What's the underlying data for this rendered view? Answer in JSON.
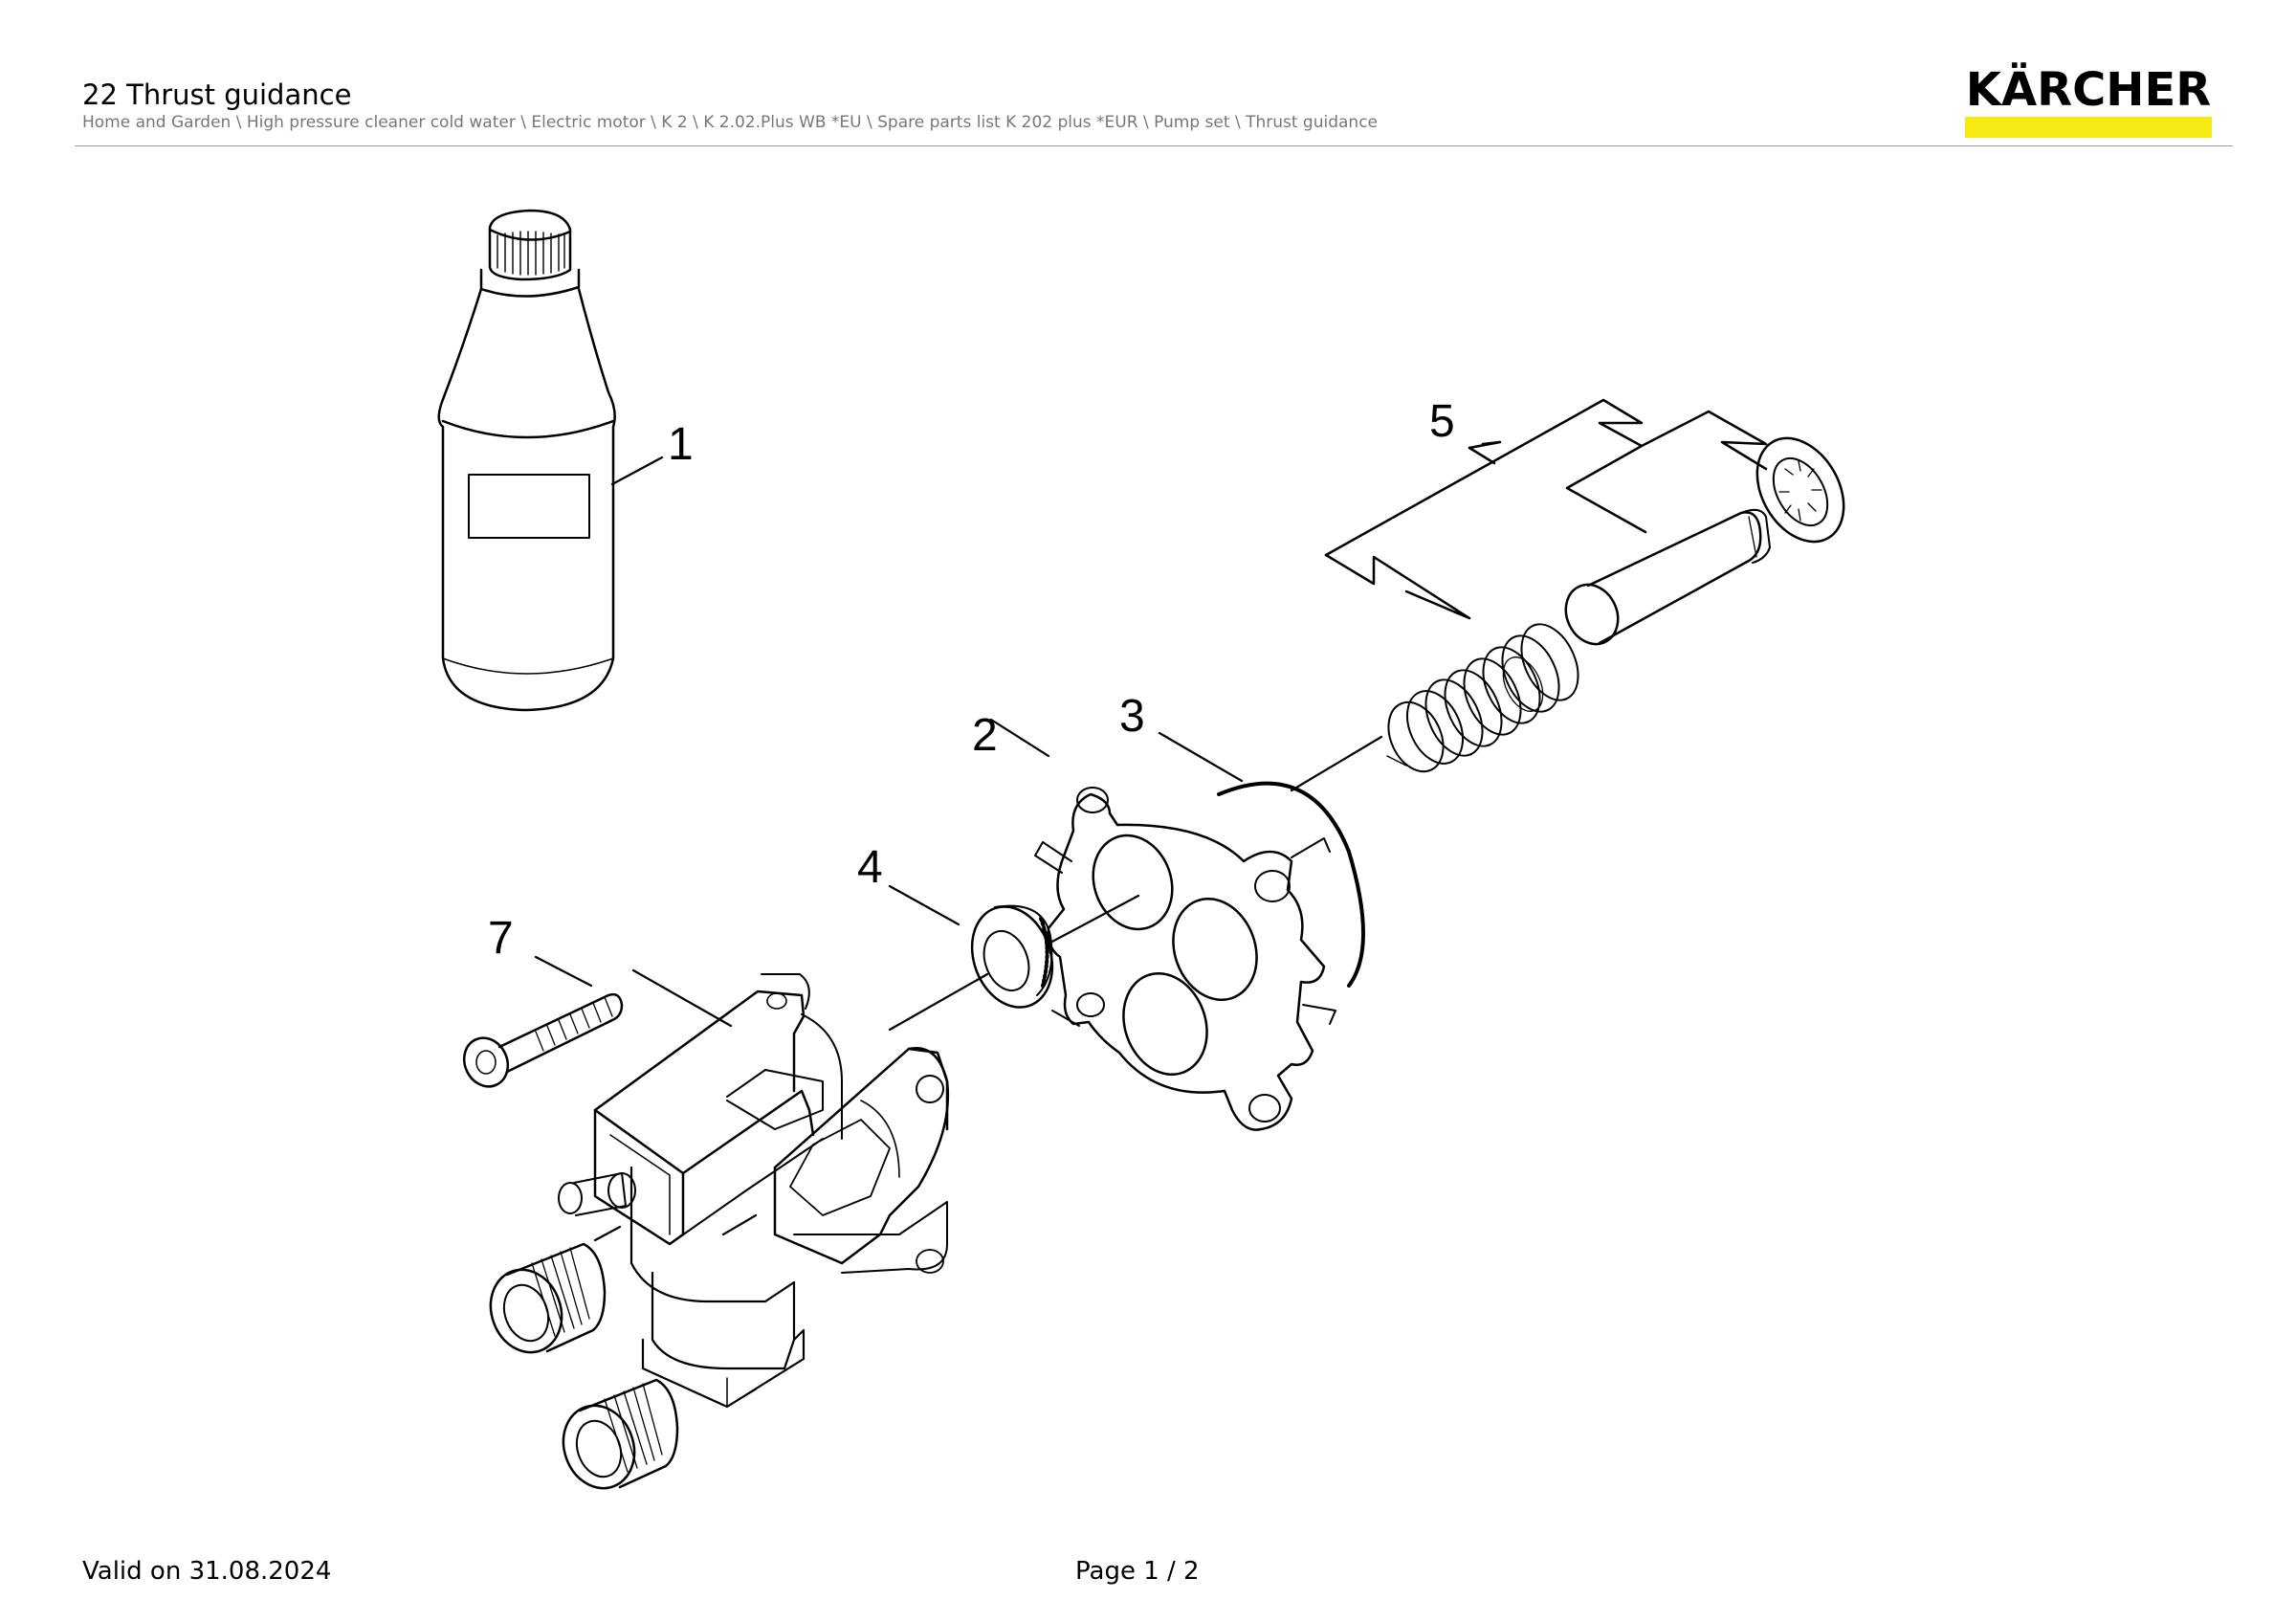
{
  "header": {
    "title": "22 Thrust guidance",
    "breadcrumb": "Home and Garden \\ High pressure cleaner cold water \\ Electric motor \\ K 2 \\ K 2.02.Plus WB *EU \\ Spare parts list K 202 plus *EUR \\ Pump set \\ Thrust guidance",
    "logo_text": "KÄRCHER",
    "brand_color": "#f5ea14"
  },
  "drawing": {
    "callouts": [
      "1",
      "2",
      "3",
      "4",
      "5",
      "7"
    ]
  },
  "footer": {
    "valid": "Valid on 31.08.2024",
    "page": "Page 1 / 2"
  }
}
